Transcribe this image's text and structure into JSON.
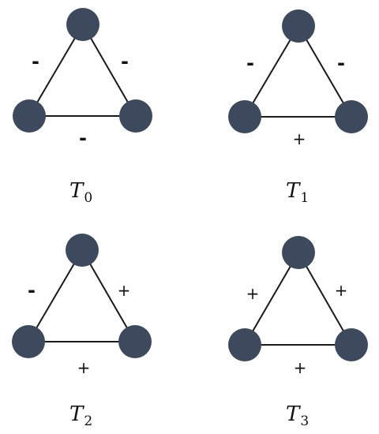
{
  "triads": [
    {
      "label_letter": "T",
      "label_subscript": "0",
      "edges": {
        "left": "-",
        "right": "-",
        "bottom": "-"
      }
    },
    {
      "label_letter": "T",
      "label_subscript": "1",
      "edges": {
        "left": "-",
        "right": "-",
        "bottom": "+"
      }
    },
    {
      "label_letter": "T",
      "label_subscript": "2",
      "edges": {
        "left": "-",
        "right": "+",
        "bottom": "+"
      }
    },
    {
      "label_letter": "T",
      "label_subscript": "3",
      "edges": {
        "left": "+",
        "right": "+",
        "bottom": "+"
      }
    }
  ],
  "colors": {
    "node": "#3d4a5e",
    "edge": "#1a1a1a",
    "text": "#111111"
  }
}
